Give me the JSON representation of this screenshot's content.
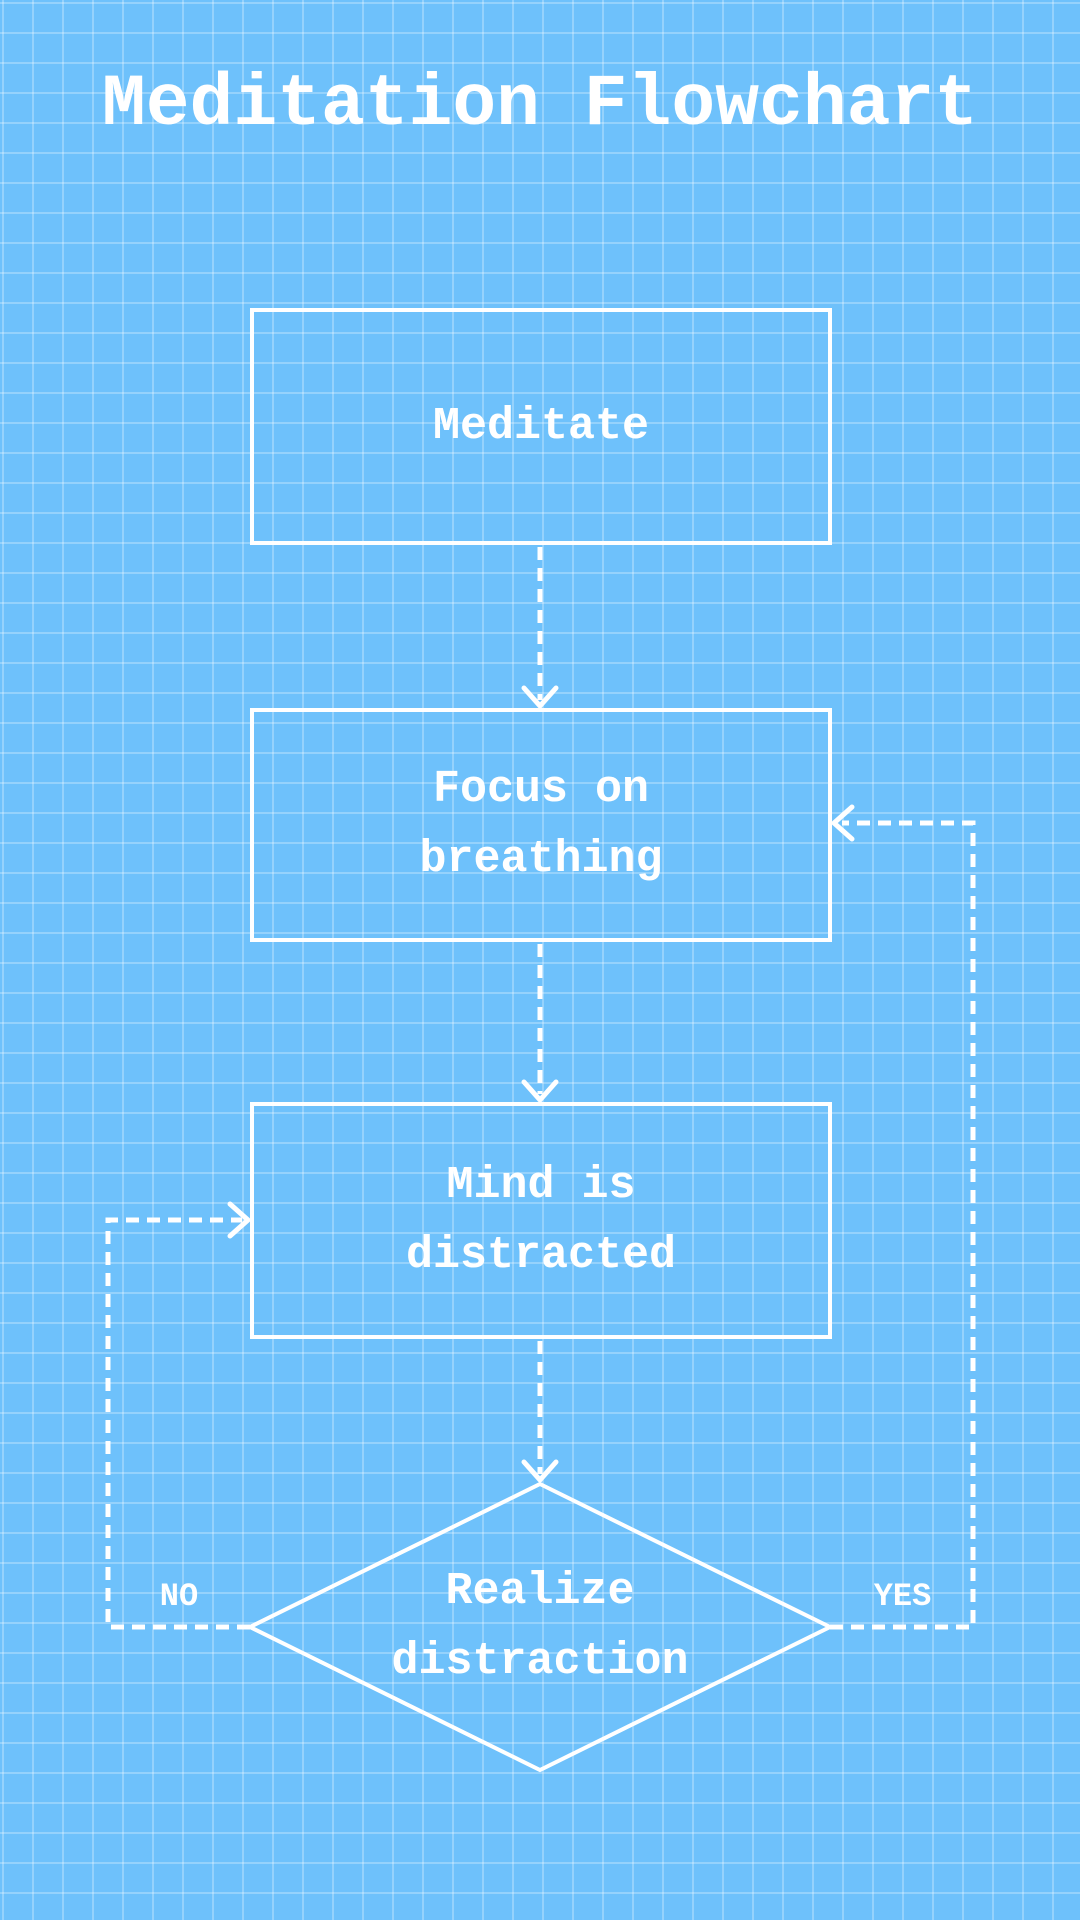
{
  "title": "Meditation Flowchart",
  "theme": {
    "background_color": "#6ec1fb",
    "grid_line_color": "rgba(255,255,255,0.27)",
    "stroke_color": "#ffffff",
    "text_color": "#ffffff"
  },
  "nodes": [
    {
      "id": "meditate",
      "type": "process",
      "lines": [
        "Meditate"
      ]
    },
    {
      "id": "focus-breathing",
      "type": "process",
      "lines": [
        "Focus on",
        "breathing"
      ]
    },
    {
      "id": "mind-distracted",
      "type": "process",
      "lines": [
        "Mind is",
        "distracted"
      ]
    },
    {
      "id": "realize-distraction",
      "type": "decision",
      "lines": [
        "Realize",
        "distraction"
      ]
    }
  ],
  "edges": [
    {
      "from": "meditate",
      "to": "focus-breathing",
      "label": ""
    },
    {
      "from": "focus-breathing",
      "to": "mind-distracted",
      "label": ""
    },
    {
      "from": "mind-distracted",
      "to": "realize-distraction",
      "label": ""
    },
    {
      "from": "realize-distraction",
      "to": "mind-distracted",
      "label": "NO"
    },
    {
      "from": "realize-distraction",
      "to": "focus-breathing",
      "label": "YES"
    }
  ]
}
